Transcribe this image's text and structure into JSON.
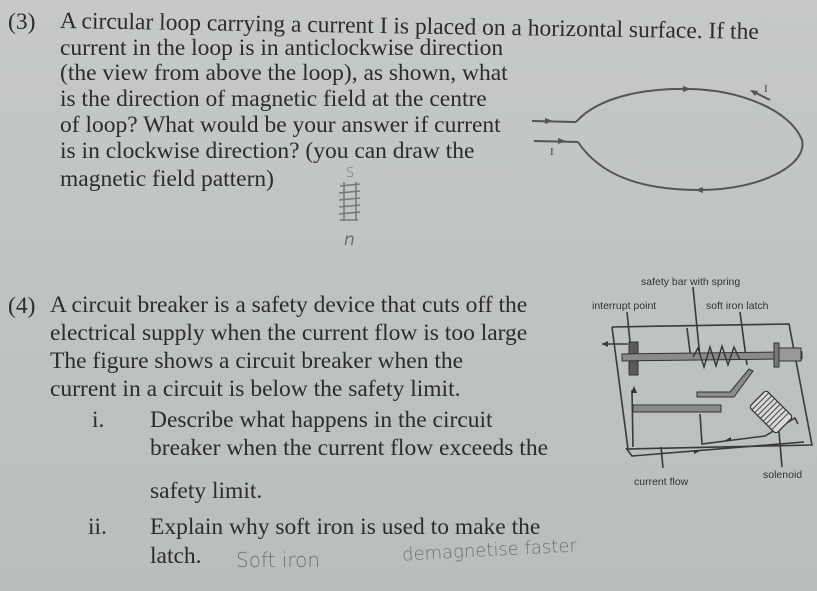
{
  "question3": {
    "number": "(3)",
    "lines": [
      "A circular loop carrying a current I is placed on a horizontal surface. If the",
      "current in the loop is in anticlockwise direction",
      "(the view from above the loop), as shown, what",
      "is the direction of magnetic field at the centre",
      "of loop? What would be your answer if current",
      "is in clockwise direction? (you can draw the",
      "magnetic field pattern)"
    ],
    "figure": {
      "label_top": "I",
      "label_bottom_lead": "I"
    },
    "handwriting": {
      "top_pole": "S",
      "bottom_pole": "n"
    }
  },
  "question4": {
    "number": "(4)",
    "lines": [
      "A circuit breaker is a safety device that cuts off the",
      "electrical supply when the current flow is too large",
      "The figure shows a circuit breaker when the",
      "current in a circuit is below the safety limit."
    ],
    "parts": [
      {
        "marker": "i.",
        "lines": [
          "Describe what happens in the circuit",
          "breaker when the current flow exceeds the",
          "safety limit."
        ]
      },
      {
        "marker": "ii.",
        "lines": [
          "Explain why soft iron is used to make the",
          "latch."
        ]
      }
    ],
    "handwritten_answer": {
      "part1": "Soft iron",
      "part2": "demagnetise faster"
    },
    "figure_labels": {
      "safety_bar": "safety bar with spring",
      "interrupt_point": "interrupt point",
      "soft_iron_latch": "soft iron latch",
      "current_flow": "current flow",
      "solenoid": "solenoid"
    }
  },
  "colors": {
    "paper": "#c2c6c5",
    "ink": "#2c2c2c",
    "pencil": "#6f6f72"
  }
}
